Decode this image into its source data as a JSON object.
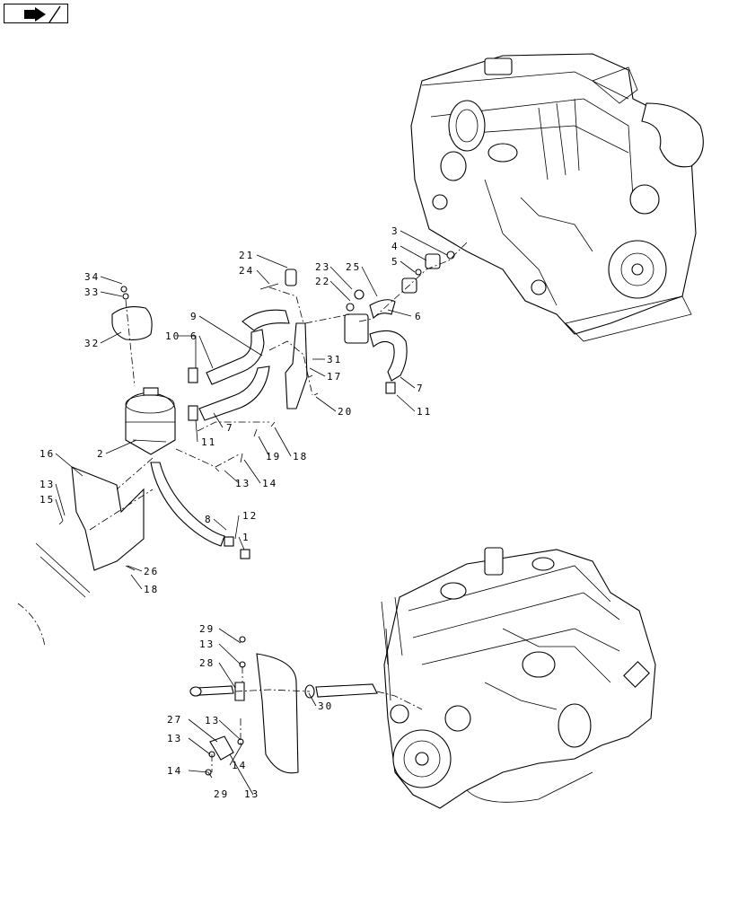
{
  "nav": {
    "icon": "next-page-icon"
  },
  "callouts": [
    {
      "id": "c34",
      "text": "34"
    },
    {
      "id": "c33",
      "text": "33"
    },
    {
      "id": "c32",
      "text": "32"
    },
    {
      "id": "c21",
      "text": "21"
    },
    {
      "id": "c24",
      "text": "24"
    },
    {
      "id": "c23",
      "text": "23"
    },
    {
      "id": "c25",
      "text": "25"
    },
    {
      "id": "c22",
      "text": "22"
    },
    {
      "id": "c3",
      "text": "3"
    },
    {
      "id": "c4",
      "text": "4"
    },
    {
      "id": "c5",
      "text": "5"
    },
    {
      "id": "c6a",
      "text": "6"
    },
    {
      "id": "c9",
      "text": "9"
    },
    {
      "id": "c10",
      "text": "10"
    },
    {
      "id": "c6b",
      "text": "6"
    },
    {
      "id": "c31",
      "text": "31"
    },
    {
      "id": "c17",
      "text": "17"
    },
    {
      "id": "c7a",
      "text": "7"
    },
    {
      "id": "c7b",
      "text": "7"
    },
    {
      "id": "c11a",
      "text": "11"
    },
    {
      "id": "c20",
      "text": "20"
    },
    {
      "id": "c11b",
      "text": "11"
    },
    {
      "id": "c2",
      "text": "2"
    },
    {
      "id": "c19",
      "text": "19"
    },
    {
      "id": "c18a",
      "text": "18"
    },
    {
      "id": "c16",
      "text": "16"
    },
    {
      "id": "c13a",
      "text": "13"
    },
    {
      "id": "c14a",
      "text": "14"
    },
    {
      "id": "c13b",
      "text": "13"
    },
    {
      "id": "c15",
      "text": "15"
    },
    {
      "id": "c8",
      "text": "8"
    },
    {
      "id": "c12",
      "text": "12"
    },
    {
      "id": "c1",
      "text": "1"
    },
    {
      "id": "c26",
      "text": "26"
    },
    {
      "id": "c18b",
      "text": "18"
    },
    {
      "id": "c29a",
      "text": "29"
    },
    {
      "id": "c13c",
      "text": "13"
    },
    {
      "id": "c28",
      "text": "28"
    },
    {
      "id": "c30",
      "text": "30"
    },
    {
      "id": "c27",
      "text": "27"
    },
    {
      "id": "c13d",
      "text": "13"
    },
    {
      "id": "c13e",
      "text": "13"
    },
    {
      "id": "c14b",
      "text": "14"
    },
    {
      "id": "c14c",
      "text": "14"
    },
    {
      "id": "c29b",
      "text": "29"
    },
    {
      "id": "c13f",
      "text": "13"
    }
  ]
}
